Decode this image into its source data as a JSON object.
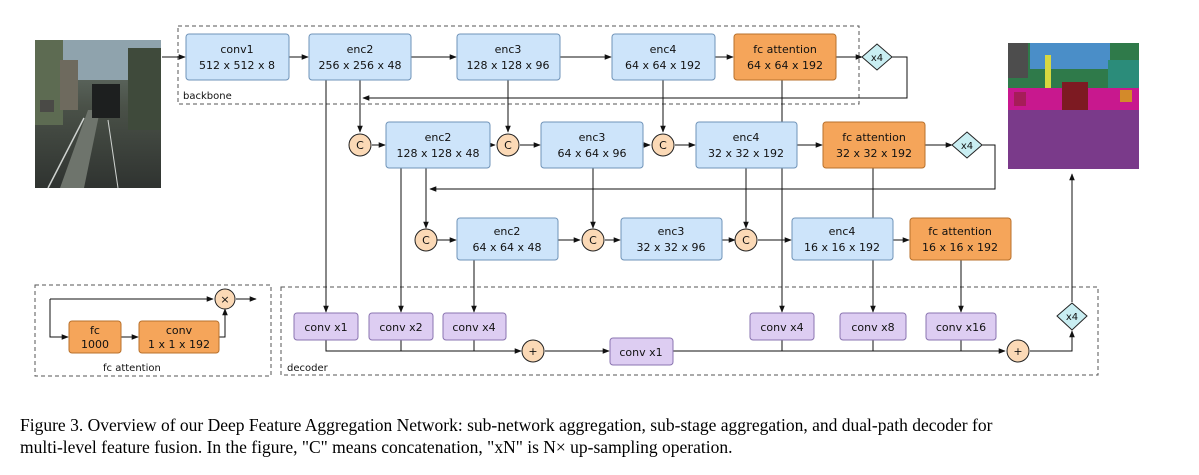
{
  "nodes": {
    "conv1": {
      "title": "conv1",
      "sub": "512 x 512 x 8"
    },
    "enc2_a": {
      "title": "enc2",
      "sub": "256 x 256 x 48"
    },
    "enc3_a": {
      "title": "enc3",
      "sub": "128 x 128 x 96"
    },
    "enc4_a": {
      "title": "enc4",
      "sub": "64 x 64 x 192"
    },
    "fc_a": {
      "title": "fc attention",
      "sub": "64 x 64 x 192"
    },
    "enc2_b": {
      "title": "enc2",
      "sub": "128 x 128 x 48"
    },
    "enc3_b": {
      "title": "enc3",
      "sub": "64 x 64 x 96"
    },
    "enc4_b": {
      "title": "enc4",
      "sub": "32 x 32 x 192"
    },
    "fc_b": {
      "title": "fc attention",
      "sub": "32 x 32 x 192"
    },
    "enc2_c": {
      "title": "enc2",
      "sub": "64 x 64 x 48"
    },
    "enc3_c": {
      "title": "enc3",
      "sub": "32 x 32 x 96"
    },
    "enc4_c": {
      "title": "enc4",
      "sub": "16 x 16 x 192"
    },
    "fc_c": {
      "title": "fc attention",
      "sub": "16 x 16 x 192"
    },
    "d_x1": {
      "title": "conv x1"
    },
    "d_x2": {
      "title": "conv x2"
    },
    "d_x4a": {
      "title": "conv x4"
    },
    "d_x4b": {
      "title": "conv x4"
    },
    "d_x8": {
      "title": "conv x8"
    },
    "d_x16": {
      "title": "conv x16"
    },
    "d_mid": {
      "title": "conv x1"
    },
    "fc_small": {
      "title": "fc",
      "sub": "1000"
    },
    "conv_small": {
      "title": "conv",
      "sub": "1 x 1 x 192"
    }
  },
  "symbols": {
    "concat": "C",
    "add": "+",
    "multiply": "×",
    "upsample": "x4"
  },
  "labels": {
    "backbone": "backbone",
    "decoder": "decoder",
    "fc_attention": "fc attention"
  },
  "caption": {
    "line1": "Figure 3. Overview of our Deep Feature Aggregation Network: sub-network aggregation, sub-stage aggregation, and dual-path decoder for",
    "line2": "multi-level feature fusion. In the figure, \"C\" means concatenation, \"xN\" is N× up-sampling operation."
  },
  "colors": {
    "encoder": "#cde4fa",
    "attention": "#f5a55a",
    "decoder": "#ddcdf2",
    "concat": "#fbd9b6",
    "upsample": "#c9eef2",
    "input_sky": "#8fa3ad",
    "segmentation": "#5f356a"
  }
}
